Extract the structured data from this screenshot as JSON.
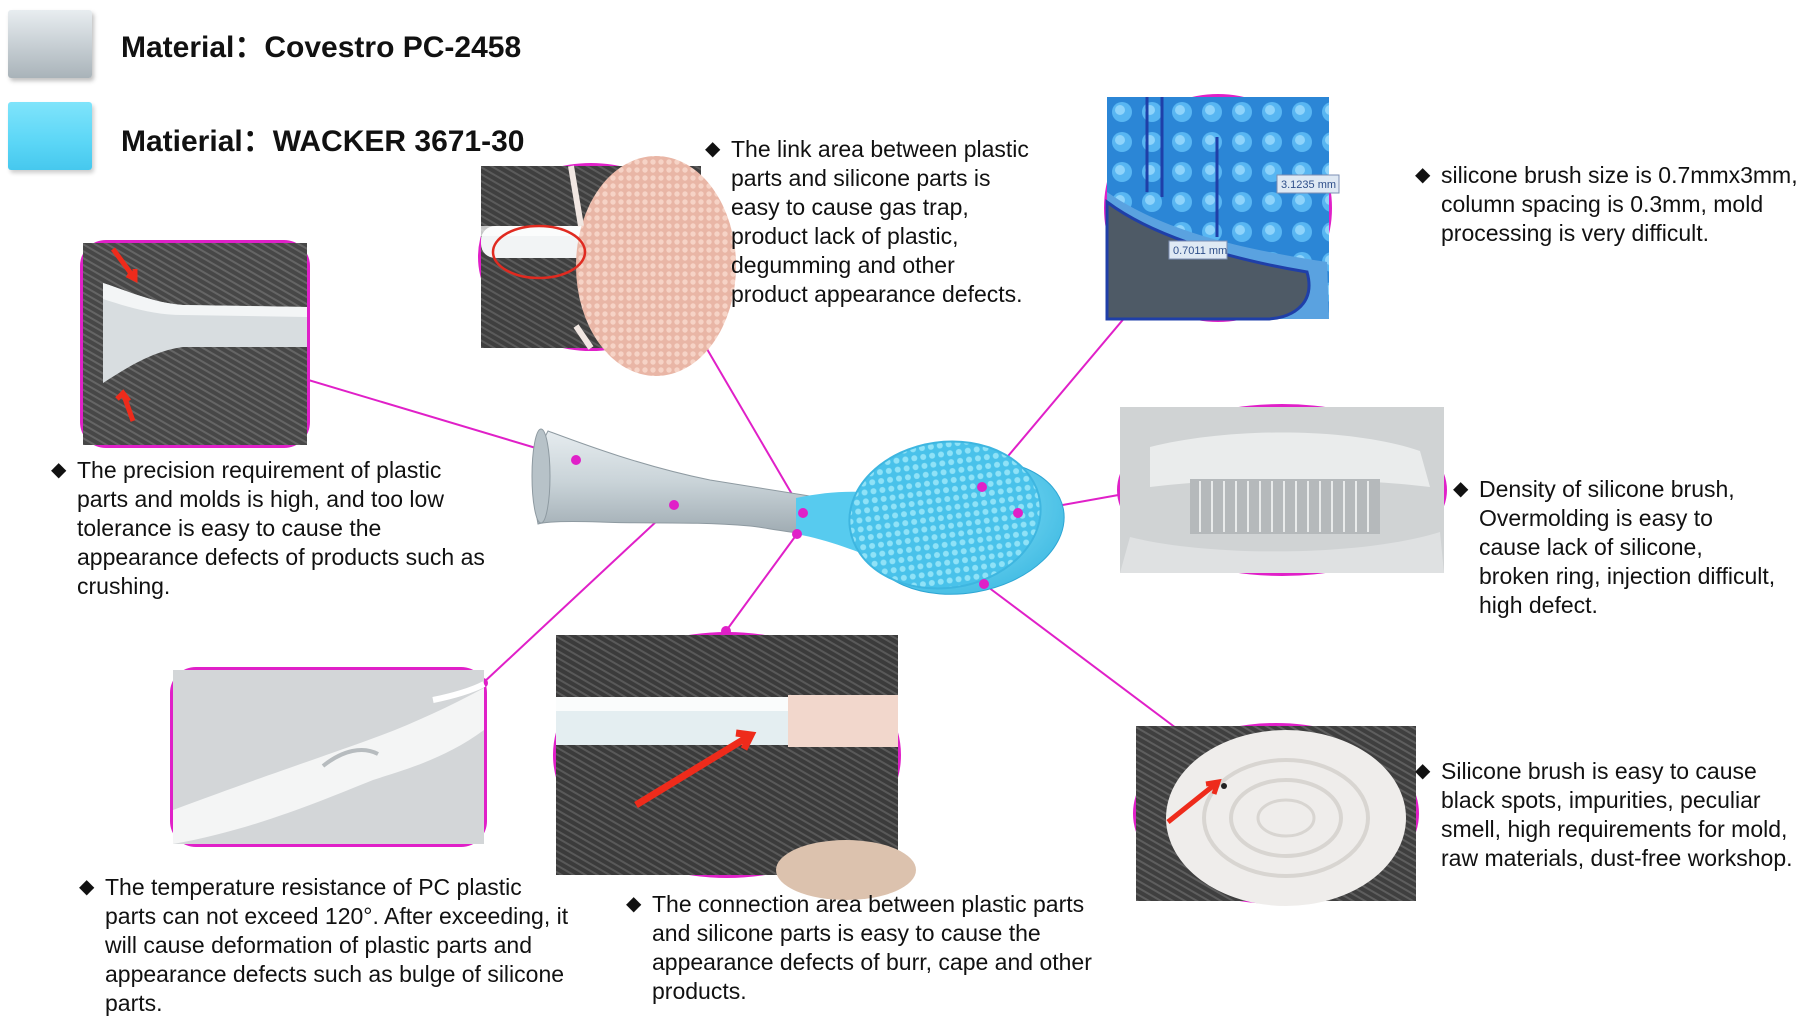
{
  "legend": {
    "material_1": "Material：Covestro PC-2458",
    "material_2": "Matierial：WACKER 3671-30"
  },
  "notes": {
    "link_area": "The link area between plastic parts and silicone parts is easy to cause gas trap, product lack of plastic, degumming and other product appearance defects.",
    "brush_size": "silicone brush size is 0.7mmx3mm, column spacing is 0.3mm, mold processing is very difficult.",
    "precision": "The precision requirement of plastic parts and molds is high, and too low tolerance is easy to cause the appearance defects of products such as crushing.",
    "density": "Density of silicone brush, Overmolding is easy to cause lack of silicone, broken ring, injection difficult, high defect.",
    "temperature": "The temperature resistance of PC plastic parts can not exceed 120°. After exceeding, it will cause deformation of plastic parts and appearance defects such as bulge of silicone parts.",
    "connection": "The connection area between plastic parts and silicone parts is easy to cause the appearance defects of burr, cape and other products.",
    "black_spots": "Silicone brush is easy to cause black spots, impurities, peculiar smell, high requirements for mold, raw materials, dust-free workshop."
  },
  "bullet_glyph": "◆",
  "dimensions": {
    "dim_1": "3.1235 mm",
    "dim_2": "0.7011 mm"
  },
  "colors": {
    "callout_line": "#e020c8",
    "plastic": "#c9d3d8",
    "silicone": "#5ccff2",
    "arrow": "#ee2b1b"
  }
}
